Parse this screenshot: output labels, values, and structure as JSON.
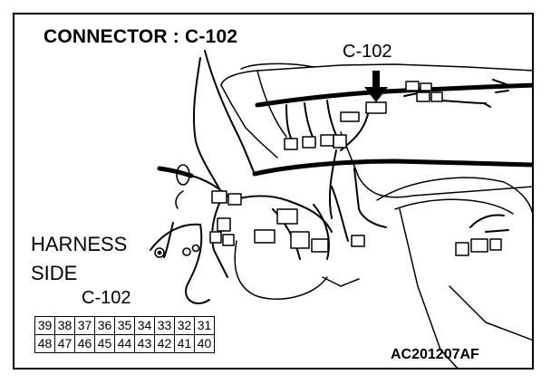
{
  "title": "CONNECTOR : C-102",
  "callout_label": "C-102",
  "harness_side": [
    "HARNESS",
    "SIDE"
  ],
  "connector_label": "C-102",
  "pin_rows": [
    [
      "39",
      "38",
      "37",
      "36",
      "35",
      "34",
      "33",
      "32",
      "31"
    ],
    [
      "48",
      "47",
      "46",
      "45",
      "44",
      "43",
      "42",
      "41",
      "40"
    ]
  ],
  "figure_code": "AC201207AF"
}
